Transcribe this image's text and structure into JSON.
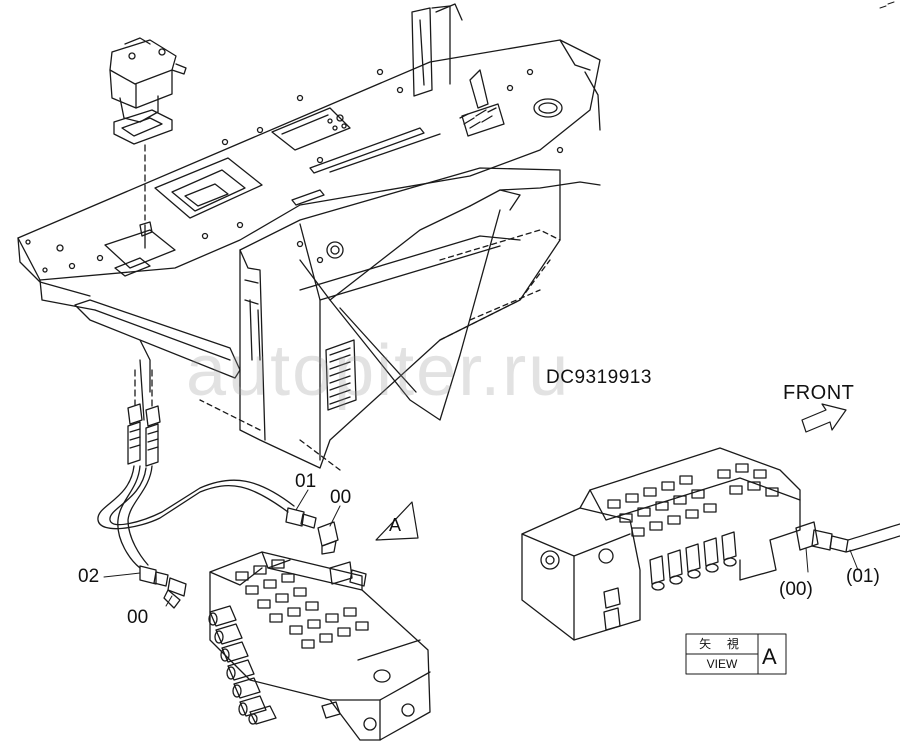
{
  "drawing_number": "DC9319913",
  "watermark": "autopiter.ru",
  "direction_label": "FRONT",
  "view_marker": "A",
  "view_box": {
    "japanese": "矢 視",
    "english": "VIEW",
    "letter": "A"
  },
  "callouts": {
    "main_01": "01",
    "main_00_upper": "00",
    "main_02": "02",
    "main_00_lower": "00",
    "view_00": "(00)",
    "view_01": "(01)"
  },
  "colors": {
    "line": "#1a1a1a",
    "watermark": "#969696",
    "background": "#ffffff"
  }
}
